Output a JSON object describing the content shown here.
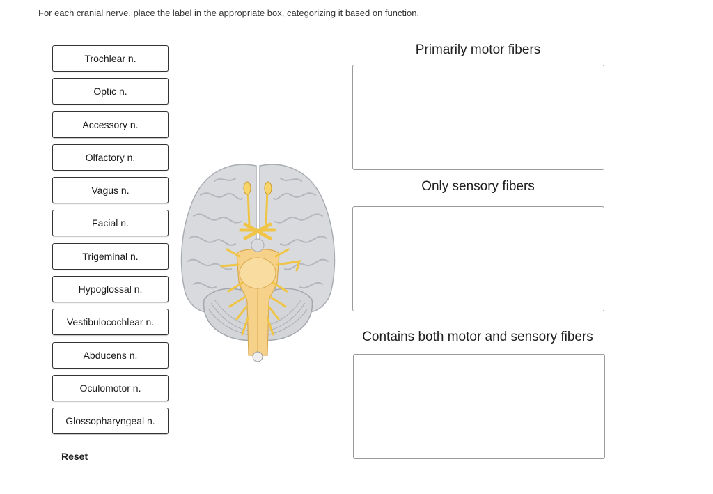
{
  "instructions": "For each cranial nerve, place the label in the appropriate box, categorizing it based on function.",
  "labels": [
    {
      "text": "Trochlear n."
    },
    {
      "text": "Optic n."
    },
    {
      "text": "Accessory n."
    },
    {
      "text": "Olfactory n."
    },
    {
      "text": "Vagus n."
    },
    {
      "text": "Facial n."
    },
    {
      "text": "Trigeminal n."
    },
    {
      "text": "Hypoglossal n."
    },
    {
      "text": "Vestibulocochlear n."
    },
    {
      "text": "Abducens n."
    },
    {
      "text": "Oculomotor n."
    },
    {
      "text": "Glossopharyngeal n."
    }
  ],
  "reset_label": "Reset",
  "categories": [
    {
      "title": "Primarily motor fibers"
    },
    {
      "title": "Only sensory fibers"
    },
    {
      "title": "Contains both motor and sensory fibers"
    }
  ],
  "colors": {
    "nerve": "#f7d56b",
    "brainstem": "#f6d18a",
    "cortex": "#d8dadd",
    "box_border": "#9a9a9a"
  }
}
